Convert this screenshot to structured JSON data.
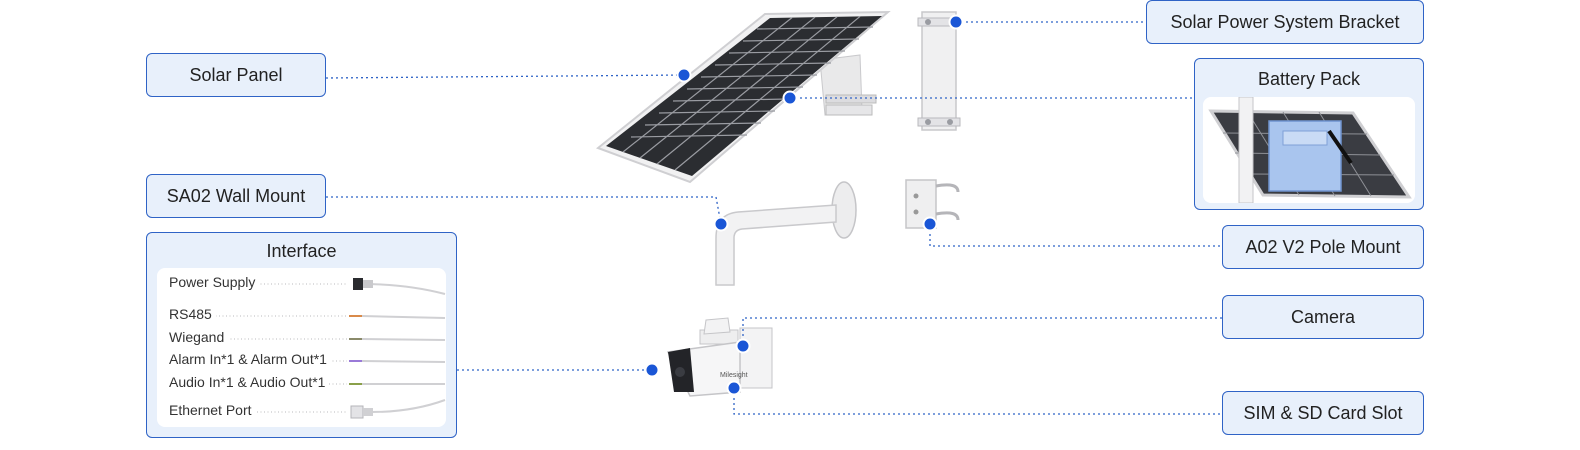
{
  "labels": {
    "solar_panel": "Solar Panel",
    "bracket": "Solar Power System Bracket",
    "battery_pack": "Battery Pack",
    "wall_mount": "SA02 Wall Mount",
    "pole_mount": "A02 V2 Pole Mount",
    "camera": "Camera",
    "sim_sd": "SIM & SD Card Slot"
  },
  "interface": {
    "title": "Interface",
    "items": [
      "Power Supply",
      "RS485",
      "Wiegand",
      "Alarm In*1 & Alarm Out*1",
      "Audio In*1 & Audio Out*1",
      "Ethernet Port"
    ]
  },
  "colors": {
    "accent": "#2f63c6",
    "dot": "#1a56d6",
    "box_fill": "#e8f0fb"
  },
  "camera_brand": "Milesight"
}
